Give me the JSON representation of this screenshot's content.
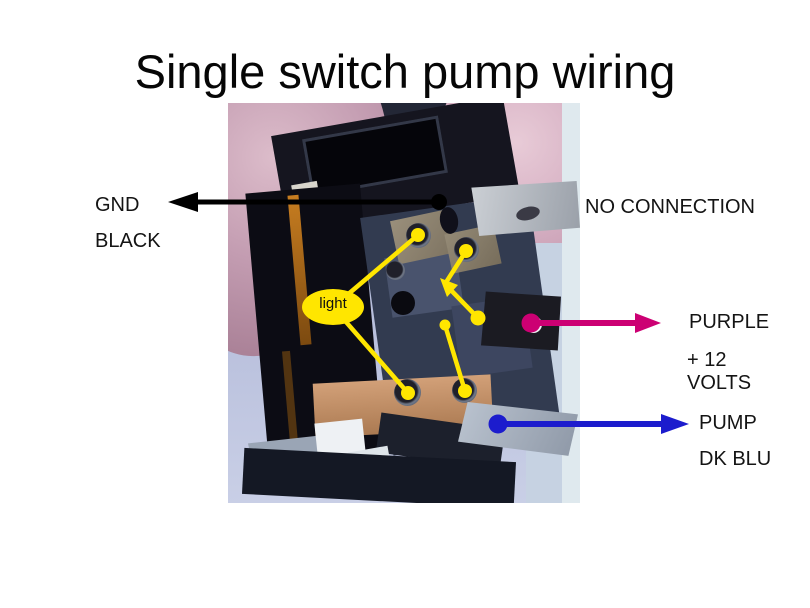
{
  "title": "Single switch pump wiring",
  "annotations": {
    "gnd": {
      "label1": "GND",
      "label2": "BLACK"
    },
    "no_connection": {
      "label": "NO CONNECTION"
    },
    "purple": {
      "label1": "PURPLE",
      "label2": "+ 12",
      "label3": "VOLTS"
    },
    "pump": {
      "label1": "PUMP",
      "label2": "DK BLU"
    },
    "light": {
      "label": "light"
    }
  },
  "colors": {
    "ground_wire": "#000000",
    "purple_wire": "#cc0073",
    "pump_wire": "#1c1ccd",
    "light_highlight": "#ffe600",
    "slide_background": "#ffffff"
  }
}
